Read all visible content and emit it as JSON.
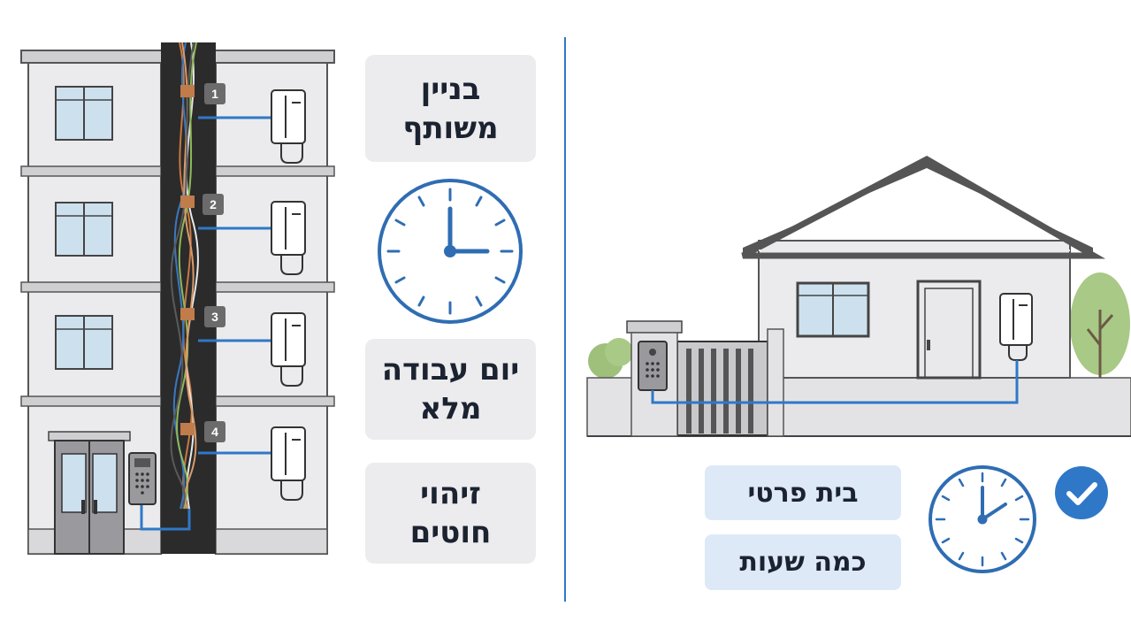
{
  "left_panel": {
    "labels": [
      {
        "id": "shared-building",
        "text": "בניין\nמשותף"
      },
      {
        "id": "full-workday",
        "text": "יום עבודה\nמלא"
      },
      {
        "id": "wire-identification",
        "text": "זיהוי\nחוטים"
      }
    ],
    "floor_markers": [
      "1",
      "2",
      "3",
      "4"
    ]
  },
  "right_panel": {
    "labels": [
      {
        "id": "private-house",
        "text": "בית פרטי"
      },
      {
        "id": "few-hours",
        "text": "כמה שעות"
      }
    ]
  },
  "colors": {
    "wire_blue": "#2f78c8",
    "riser": "#2b2b2b",
    "divider": "#2f78c8",
    "check_badge": "#2f78c8"
  }
}
